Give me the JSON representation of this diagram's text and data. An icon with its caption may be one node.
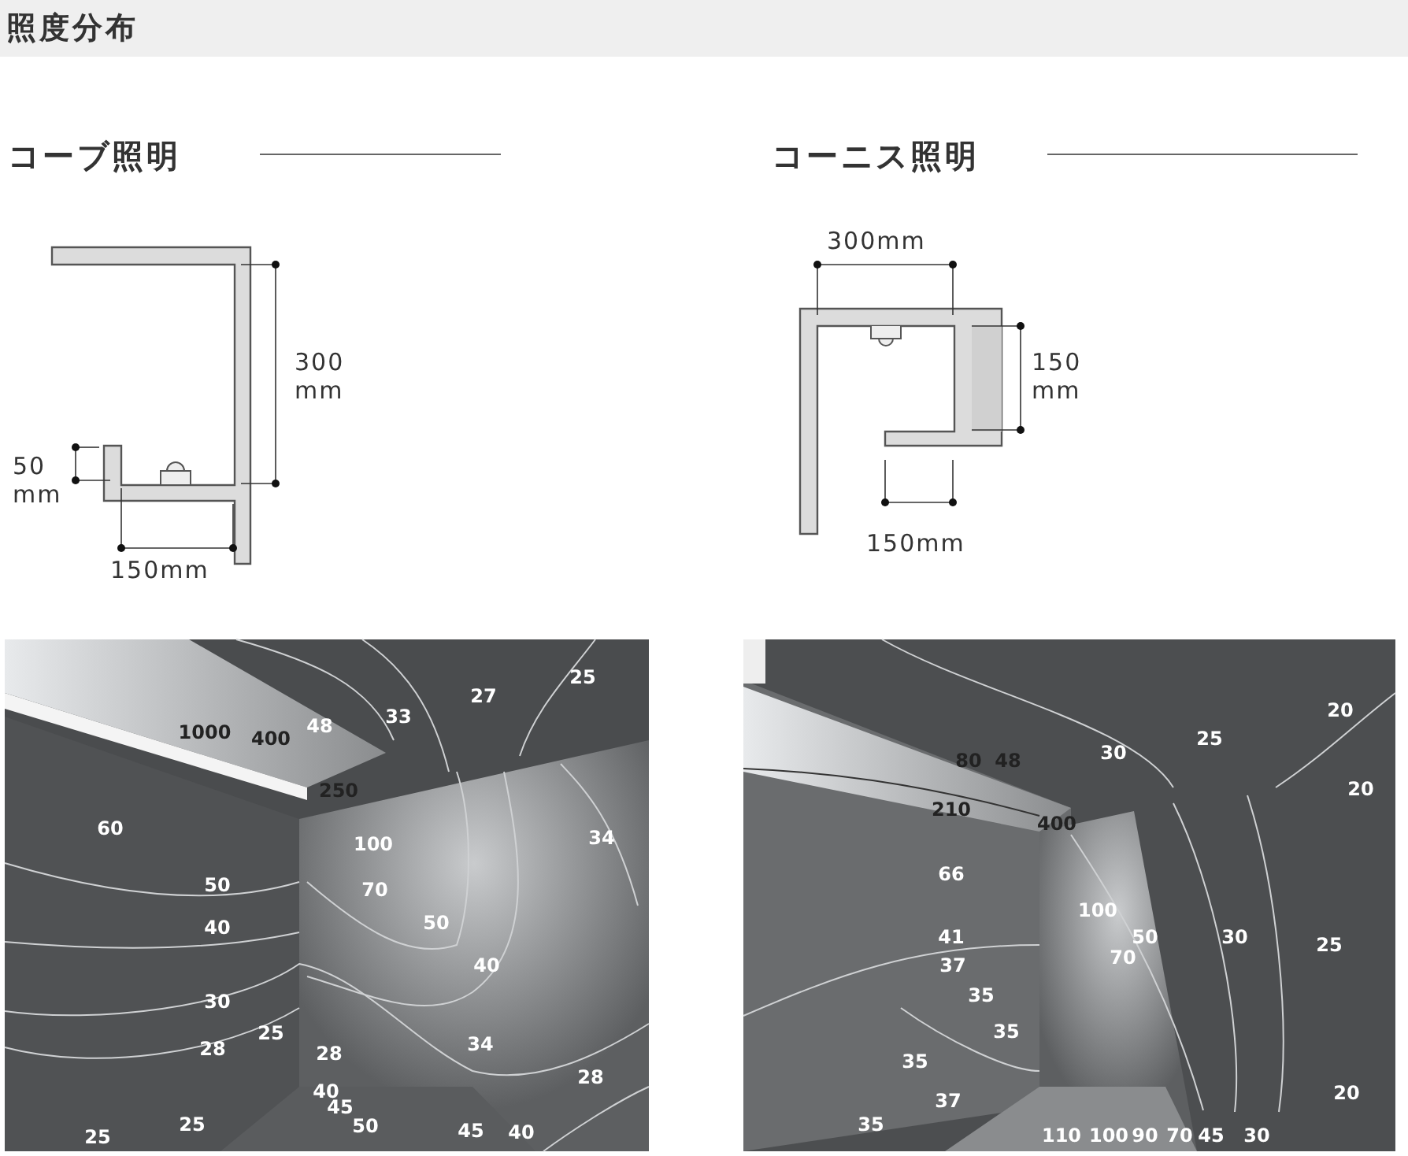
{
  "diagram": {
    "title": "照度分布",
    "labels": [
      "コーブ照明",
      "コーニス照明",
      "300 mm",
      "50 mm",
      "150mm",
      "300mm",
      "150 mm",
      "150mm",
      "25",
      "27",
      "33",
      "48",
      "1000",
      "400",
      "250",
      "60",
      "100",
      "34",
      "50",
      "70",
      "40",
      "50",
      "40",
      "30",
      "25",
      "28",
      "34",
      "28",
      "28",
      "40",
      "45",
      "25",
      "25",
      "50",
      "45",
      "40",
      "20",
      "25",
      "30",
      "80",
      "48",
      "20",
      "210",
      "400",
      "66",
      "41",
      "100",
      "50",
      "30",
      "25",
      "70",
      "37",
      "35",
      "35",
      "35",
      "37",
      "20",
      "35",
      "110",
      "100",
      "90",
      "70",
      "45",
      "30"
    ]
  }
}
